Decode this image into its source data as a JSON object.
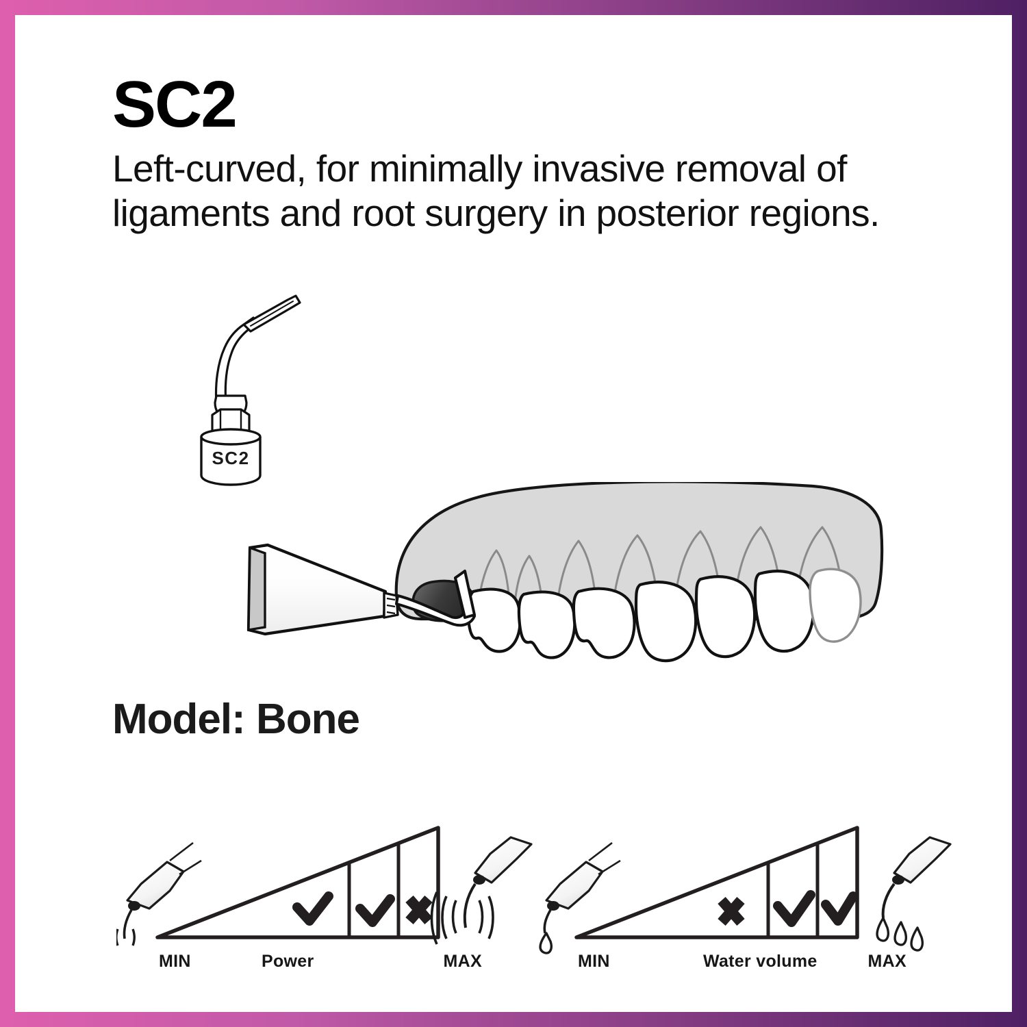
{
  "card": {
    "border_gradient_from": "#de5fad",
    "border_gradient_to": "#4e2063",
    "background": "#ffffff"
  },
  "header": {
    "title": "SC2",
    "subtitle": "Left-curved, for minimally invasive removal of ligaments and root surgery in posterior regions."
  },
  "tip": {
    "label": "SC2",
    "shape": "left-curved-thin-tip"
  },
  "model": {
    "label": "Model: Bone"
  },
  "scene": {
    "description": "handpiece with SC2 tip working at posterior tooth root and bone socket"
  },
  "scales": [
    {
      "id": "power",
      "min_label": "MIN",
      "title": "Power",
      "max_label": "MAX",
      "segments": [
        "check",
        "check",
        "cross"
      ],
      "icon_left": "tip-vibration-small-icon",
      "icon_right": "tip-vibration-large-icon"
    },
    {
      "id": "water",
      "min_label": "MIN",
      "title": "Water volume",
      "max_label": "MAX",
      "segments": [
        "cross",
        "check",
        "check"
      ],
      "icon_left": "tip-waterdrop-small-icon",
      "icon_right": "tip-waterdrop-large-icon"
    }
  ]
}
